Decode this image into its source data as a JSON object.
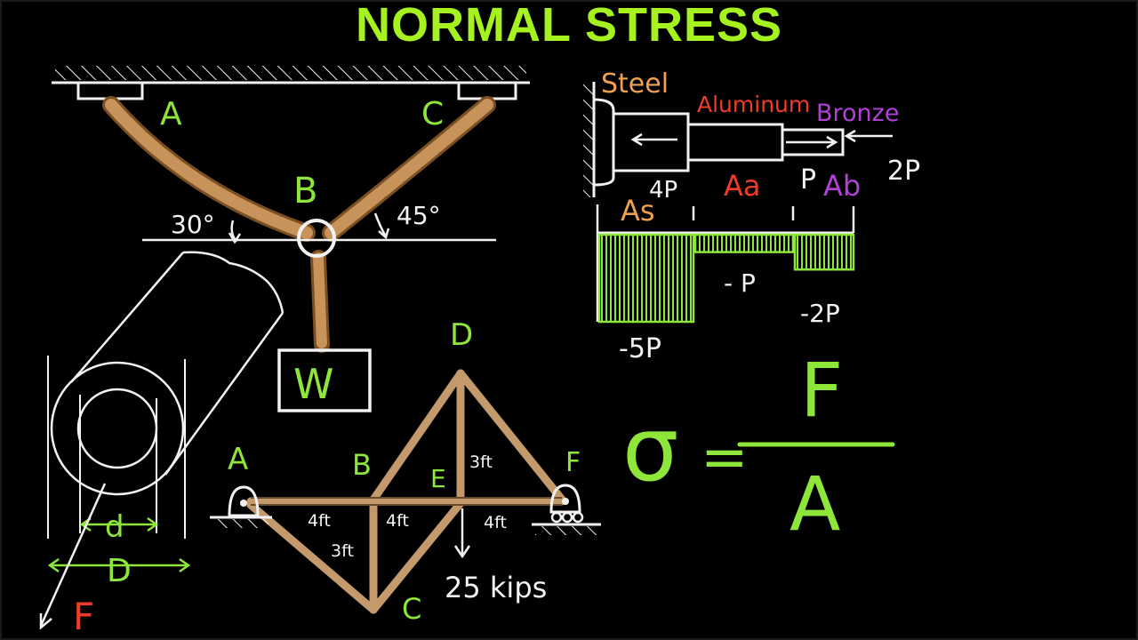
{
  "title": "NORMAL STRESS",
  "colors": {
    "title": "#a6f21f",
    "green": "#8fe63a",
    "white": "#f2f2f2",
    "orange": "#f0a050",
    "red": "#f03b2a",
    "purple": "#b040d8",
    "chain": "#c8935a",
    "truss": "#c49a6c"
  },
  "chain_diagram": {
    "labels": {
      "a": "A",
      "b": "B",
      "c": "C",
      "w": "W"
    },
    "angle_left": "30°",
    "angle_right": "45°"
  },
  "pipe_diagram": {
    "inner_dim": "d",
    "outer_dim": "D",
    "force": "F"
  },
  "bar_diagram": {
    "materials": {
      "steel": "Steel",
      "aluminum": "Aluminum",
      "bronze": "Bronze"
    },
    "loads": {
      "four_p": "4P",
      "p": "P",
      "two_p": "2P"
    },
    "areas": {
      "as": "As",
      "aa": "Aa",
      "ab": "Ab"
    },
    "force_values": {
      "minus_5p": "-5P",
      "minus_p": "- P",
      "minus_2p": "-2P"
    },
    "segment_forces_p": [
      -5,
      -1,
      -2
    ]
  },
  "truss_diagram": {
    "labels": {
      "a": "A",
      "b": "B",
      "c": "C",
      "d": "D",
      "e": "E",
      "f": "F"
    },
    "dims": {
      "ab": "4ft",
      "be": "4ft",
      "ef": "4ft",
      "bc": "3ft",
      "ed": "3ft"
    },
    "load": "25 kips"
  },
  "formula": {
    "sigma": "σ",
    "equals": "=",
    "numerator": "F",
    "denominator": "A"
  }
}
